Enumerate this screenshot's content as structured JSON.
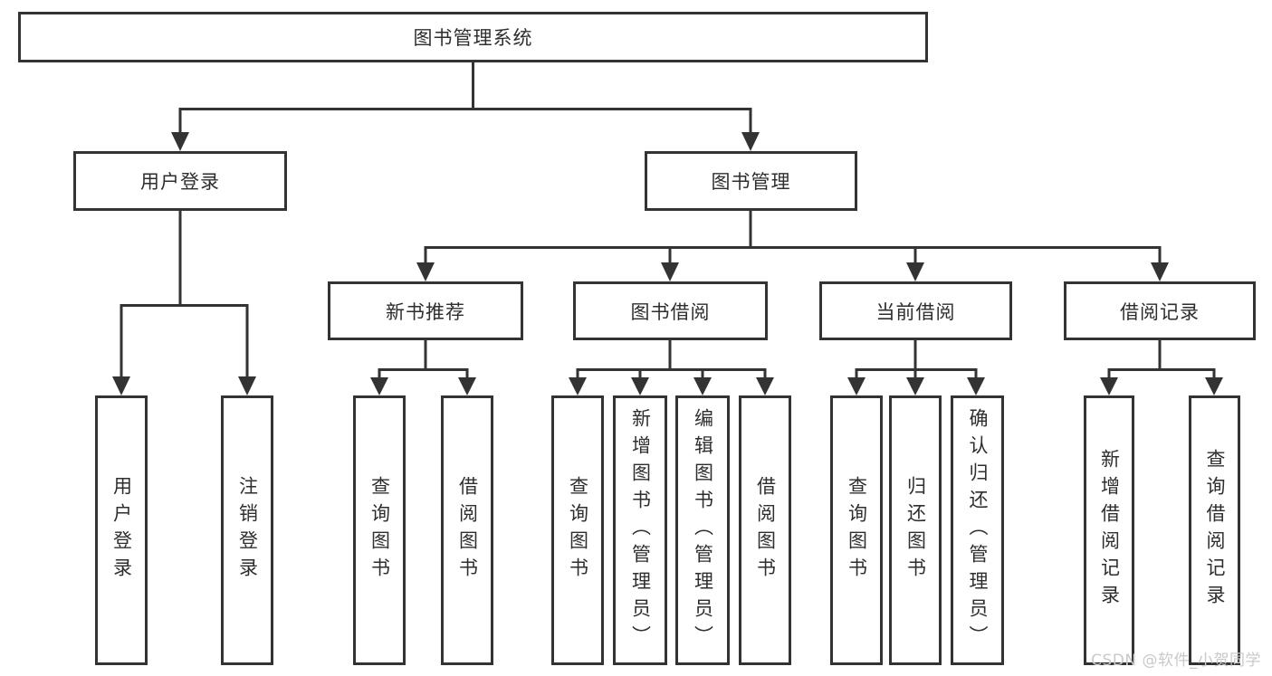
{
  "diagram": {
    "root": "图书管理系统",
    "user_login": {
      "label": "用户登录",
      "children": [
        "用户登录",
        "注销登录"
      ]
    },
    "book_management": {
      "label": "图书管理",
      "sections": {
        "new_books": {
          "label": "新书推荐",
          "children": [
            "查询图书",
            "借阅图书"
          ]
        },
        "borrowing": {
          "label": "图书借阅",
          "children": [
            "查询图书",
            "新增图书（管理员）",
            "编辑图书（管理员）",
            "借阅图书"
          ]
        },
        "current": {
          "label": "当前借阅",
          "children": [
            "查询图书",
            "归还图书",
            "确认归还（管理员）"
          ]
        },
        "records": {
          "label": "借阅记录",
          "children": [
            "新增借阅记录",
            "查询借阅记录"
          ]
        }
      }
    }
  },
  "watermark": {
    "text": "CSDN @软件_小贺同学"
  },
  "colors": {
    "line": "#333333",
    "text": "#2e2e2e",
    "box_background": "#ffffff",
    "watermark": "#c9c9c9",
    "background": "#ffffff"
  }
}
